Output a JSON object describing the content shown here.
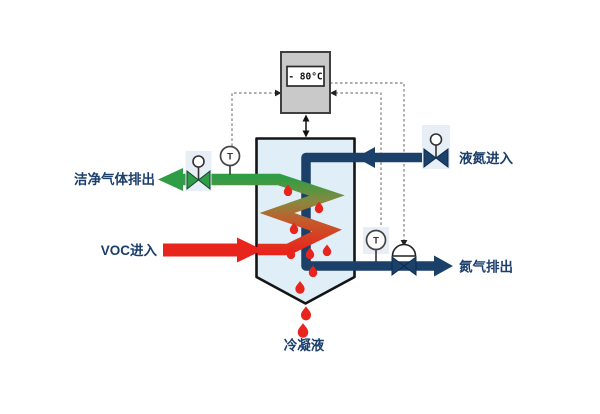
{
  "colors": {
    "navy": "#1b4069",
    "green": "#2f9d45",
    "red": "#e8251d",
    "vessel_fill": "#dfeef7",
    "controller_fill": "#c9c9c9",
    "dashed_line": "#7f7f7f",
    "label_text": "#1b3e6d"
  },
  "controller": {
    "display_value": "- 80°C"
  },
  "labels": {
    "clean_gas_out": "洁净气体排出",
    "voc_in": "VOC进入",
    "liquid_nitrogen_in": "液氮进入",
    "nitrogen_out": "氮气排出",
    "condensate": "冷凝液"
  },
  "instruments": {
    "temp_sensor_left": {
      "symbol": "T"
    },
    "temp_sensor_right": {
      "symbol": "T"
    }
  }
}
